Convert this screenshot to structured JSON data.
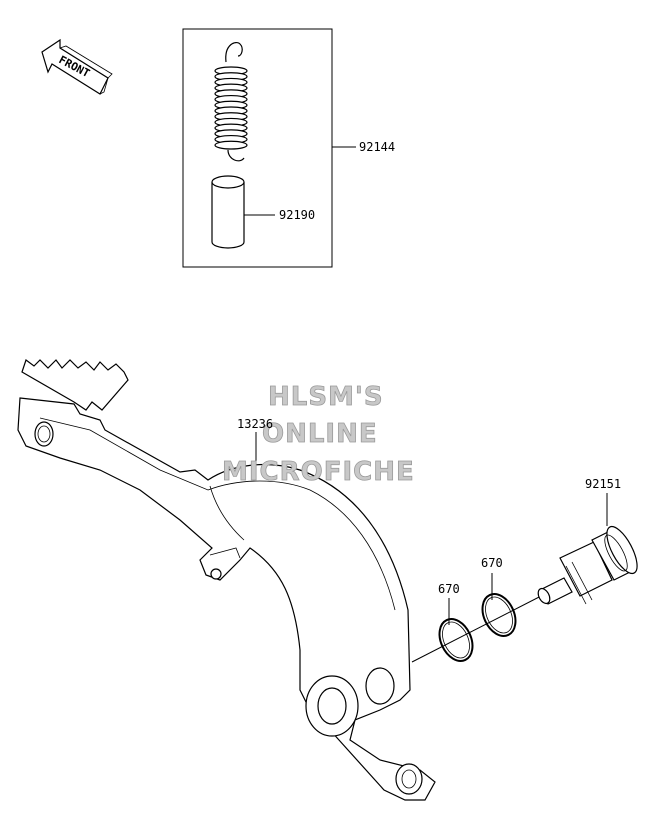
{
  "front_label": "FRONT",
  "watermark": {
    "line1": "HLSM'S",
    "line2": "ONLINE",
    "line3": "MICROFICHE"
  },
  "callouts": {
    "spring_kit": "92144",
    "collar": "92190",
    "brake_pedal": "13236",
    "o_ring_left": "670",
    "o_ring_right": "670",
    "pivot_bolt": "92151"
  }
}
